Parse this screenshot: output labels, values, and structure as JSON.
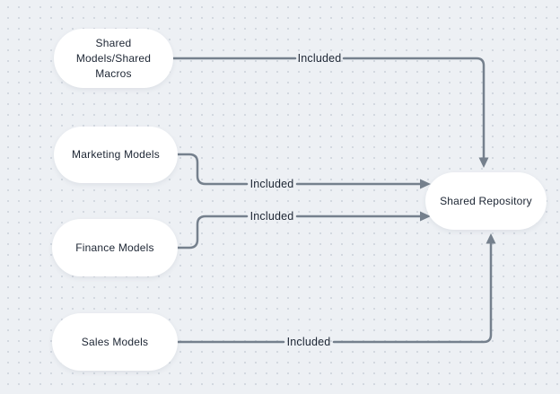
{
  "diagram": {
    "nodes": {
      "shared_models": {
        "label_lines": [
          "Shared",
          "Models/Shared",
          "Macros"
        ]
      },
      "marketing_models": {
        "label": "Marketing Models"
      },
      "finance_models": {
        "label": "Finance Models"
      },
      "sales_models": {
        "label": "Sales Models"
      },
      "shared_repository": {
        "label": "Shared Repository"
      }
    },
    "edges": [
      {
        "from": "Shared Models/Shared Macros",
        "to": "Shared Repository",
        "label": "Included"
      },
      {
        "from": "Marketing Models",
        "to": "Shared Repository",
        "label": "Included"
      },
      {
        "from": "Finance Models",
        "to": "Shared Repository",
        "label": "Included"
      },
      {
        "from": "Sales Models",
        "to": "Shared Repository",
        "label": "Included"
      }
    ],
    "colors": {
      "background": "#edf0f4",
      "dot_grid": "#d0d6de",
      "node_fill": "#ffffff",
      "connector": "#75808d",
      "text": "#1c2533"
    }
  }
}
